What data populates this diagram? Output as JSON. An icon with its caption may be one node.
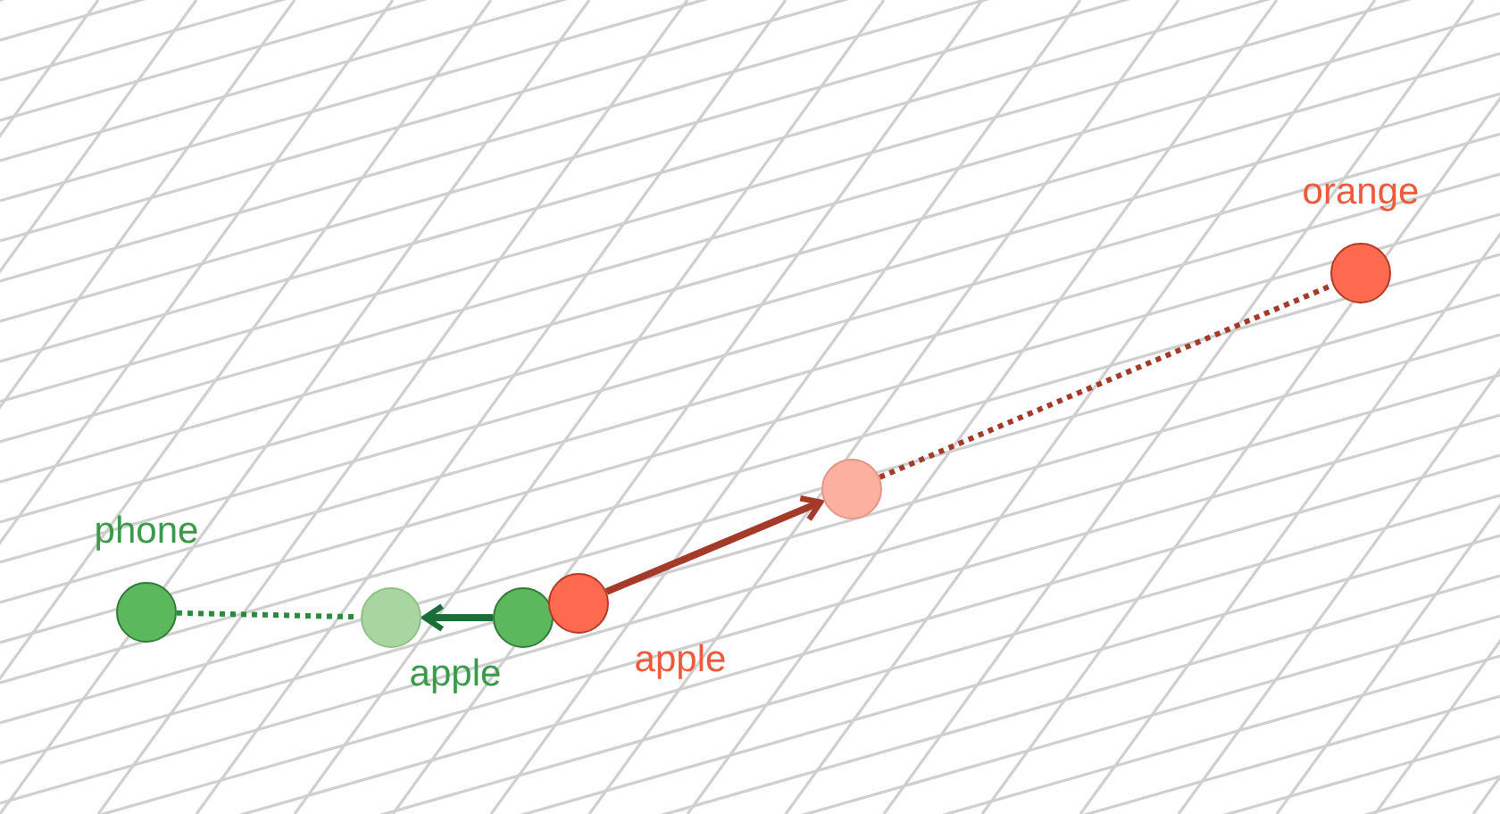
{
  "diagram": {
    "nodes": [
      {
        "text": [],
        "shape": "circle",
        "beside": [
          "phone"
        ]
      },
      {
        "text": [],
        "shape": "circle"
      },
      {
        "text": [],
        "shape": "circle",
        "beside": [
          "apple"
        ]
      },
      {
        "text": [],
        "shape": "circle",
        "beside": [
          "apple"
        ]
      },
      {
        "text": [],
        "shape": "circle"
      },
      {
        "text": [],
        "shape": "circle",
        "beside": [
          "orange"
        ]
      }
    ],
    "edges": [
      {
        "from": 0,
        "to": 1,
        "arrow": "none",
        "style": "dashed",
        "color": "#2a8a3e"
      },
      {
        "from": 2,
        "to": 1,
        "arrow": "to",
        "color": "#1b6e3a"
      },
      {
        "from": 3,
        "to": 4,
        "arrow": "to",
        "color": "#a33a2a"
      },
      {
        "from": 4,
        "to": 5,
        "arrow": "none",
        "style": "dashed",
        "color": "#a33a2a"
      }
    ]
  }
}
